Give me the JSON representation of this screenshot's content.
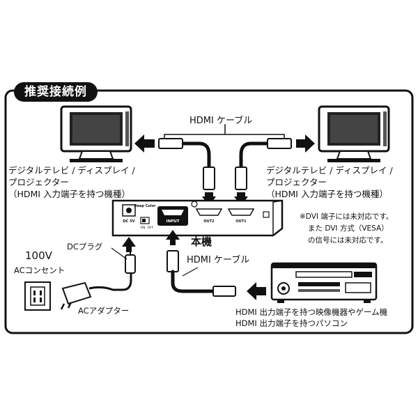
{
  "title": "推奨接続例",
  "labels": {
    "hdmi_cable_top": "HDMI ケーブル",
    "hdmi_cable_bottom": "HDMI ケーブル",
    "main_unit": "本機",
    "voltage": "100V",
    "ac_outlet": "ACコンセント",
    "dc_plug": "DCプラグ",
    "ac_adapter": "ACアダプター"
  },
  "tv_left": {
    "line1": "デジタルテレビ / ディスプレイ /",
    "line2": "プロジェクター",
    "line3": "（HDMI 入力端子を持つ機種）"
  },
  "tv_right": {
    "line1": "デジタルテレビ / ディスプレイ /",
    "line2": "プロジェクター",
    "line3": "（HDMI 入力端子を持つ機種）"
  },
  "note": {
    "line1": "※DVI 端子には未対応です。",
    "line2": "また DVI 方式（VESA）",
    "line3": "の信号には未対応です。"
  },
  "source": {
    "line1": "HDMI 出力端子を持つ映像機器やゲーム機",
    "line2": "HDMI 出力端子を持つパソコン"
  },
  "device_ports": {
    "dc5v": "DC 5V",
    "deep_color": "Deep Color",
    "on": "ON",
    "off": "OFF",
    "input": "INPUT",
    "out2": "OUT2",
    "out1": "OUT1"
  }
}
